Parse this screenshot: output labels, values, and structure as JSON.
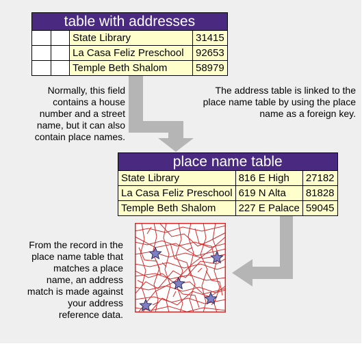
{
  "address_table": {
    "title": "table with addresses",
    "rows": [
      {
        "name": "State Library",
        "zip": "31415"
      },
      {
        "name": "La Casa Feliz Preschool",
        "zip": "92653"
      },
      {
        "name": "Temple Beth Shalom",
        "zip": "58979"
      }
    ]
  },
  "place_table": {
    "title": "place name table",
    "rows": [
      {
        "name": "State Library",
        "address": "816 E High",
        "zip": "27182"
      },
      {
        "name": "La Casa Feliz Preschool",
        "address": "619 N Alta",
        "zip": "81828"
      },
      {
        "name": "Temple Beth Shalom",
        "address": "227 E Palace",
        "zip": "59045"
      }
    ]
  },
  "notes": {
    "field_note": "Normally, this field\ncontains a house\nnumber and a street\nname, but it can also\ncontain place names.",
    "link_note": "The address table is linked to the\nplace name table by using the place\nname as a foreign key.",
    "match_note": "From the record in the\nplace name table that\nmatches a place\nname, an address\nmatch is made against\nyour address\nreference data."
  },
  "colors": {
    "header_bg": "#4a2a80",
    "cell_bg": "#ffffcc",
    "arrow": "#b5b5b5",
    "map_streets": "#d42a2a",
    "map_stars": "#7f7fc4"
  },
  "icons": {
    "map_marker": "star-icon"
  }
}
